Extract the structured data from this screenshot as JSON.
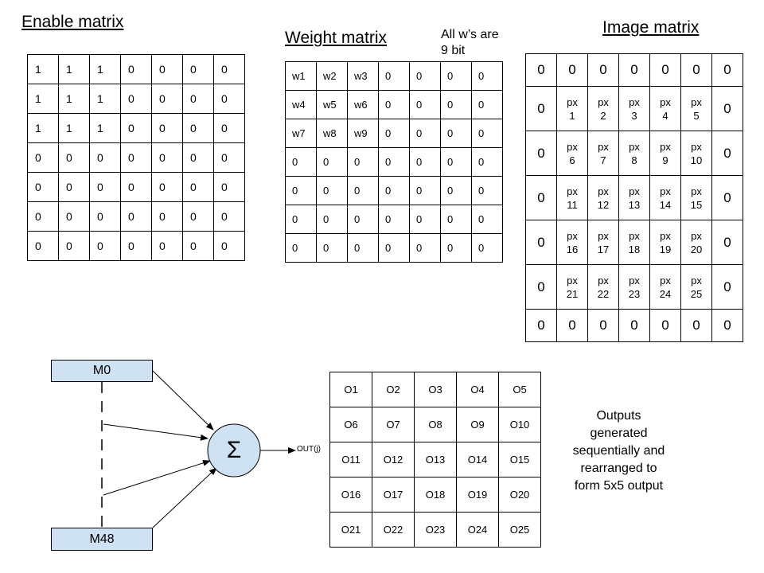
{
  "enable": {
    "title": "Enable matrix",
    "rows": [
      [
        "1",
        "1",
        "1",
        "0",
        "0",
        "0",
        "0"
      ],
      [
        "1",
        "1",
        "1",
        "0",
        "0",
        "0",
        "0"
      ],
      [
        "1",
        "1",
        "1",
        "0",
        "0",
        "0",
        "0"
      ],
      [
        "0",
        "0",
        "0",
        "0",
        "0",
        "0",
        "0"
      ],
      [
        "0",
        "0",
        "0",
        "0",
        "0",
        "0",
        "0"
      ],
      [
        "0",
        "0",
        "0",
        "0",
        "0",
        "0",
        "0"
      ],
      [
        "0",
        "0",
        "0",
        "0",
        "0",
        "0",
        "0"
      ]
    ]
  },
  "weight": {
    "title": "Weight matrix",
    "note_line1": "All w’s are",
    "note_line2": "9 bit",
    "rows": [
      [
        "w1",
        "w2",
        "w3",
        "0",
        "0",
        "0",
        "0"
      ],
      [
        "w4",
        "w5",
        "w6",
        "0",
        "0",
        "0",
        "0"
      ],
      [
        "w7",
        "w8",
        "w9",
        "0",
        "0",
        "0",
        "0"
      ],
      [
        "0",
        "0",
        "0",
        "0",
        "0",
        "0",
        "0"
      ],
      [
        "0",
        "0",
        "0",
        "0",
        "0",
        "0",
        "0"
      ],
      [
        "0",
        "0",
        "0",
        "0",
        "0",
        "0",
        "0"
      ],
      [
        "0",
        "0",
        "0",
        "0",
        "0",
        "0",
        "0"
      ]
    ]
  },
  "image": {
    "title": "Image matrix",
    "rows": [
      [
        {
          "t": "0"
        },
        {
          "t": "0"
        },
        {
          "t": "0"
        },
        {
          "t": "0"
        },
        {
          "t": "0"
        },
        {
          "t": "0"
        },
        {
          "t": "0"
        }
      ],
      [
        {
          "t": "0"
        },
        {
          "a": "px",
          "b": "1"
        },
        {
          "a": "px",
          "b": "2"
        },
        {
          "a": "px",
          "b": "3"
        },
        {
          "a": "px",
          "b": "4"
        },
        {
          "a": "px",
          "b": "5"
        },
        {
          "t": "0"
        }
      ],
      [
        {
          "t": "0"
        },
        {
          "a": "px",
          "b": "6"
        },
        {
          "a": "px",
          "b": "7"
        },
        {
          "a": "px",
          "b": "8"
        },
        {
          "a": "px",
          "b": "9"
        },
        {
          "a": "px",
          "b": "10"
        },
        {
          "t": "0"
        }
      ],
      [
        {
          "t": "0"
        },
        {
          "a": "px",
          "b": "11"
        },
        {
          "a": "px",
          "b": "12"
        },
        {
          "a": "px",
          "b": "13"
        },
        {
          "a": "px",
          "b": "14"
        },
        {
          "a": "px",
          "b": "15"
        },
        {
          "t": "0"
        }
      ],
      [
        {
          "t": "0"
        },
        {
          "a": "px",
          "b": "16"
        },
        {
          "a": "px",
          "b": "17"
        },
        {
          "a": "px",
          "b": "18"
        },
        {
          "a": "px",
          "b": "19"
        },
        {
          "a": "px",
          "b": "20"
        },
        {
          "t": "0"
        }
      ],
      [
        {
          "t": "0"
        },
        {
          "a": "px",
          "b": "21"
        },
        {
          "a": "px",
          "b": "22"
        },
        {
          "a": "px",
          "b": "23"
        },
        {
          "a": "px",
          "b": "24"
        },
        {
          "a": "px",
          "b": "25"
        },
        {
          "t": "0"
        }
      ],
      [
        {
          "t": "0"
        },
        {
          "t": "0"
        },
        {
          "t": "0"
        },
        {
          "t": "0"
        },
        {
          "t": "0"
        },
        {
          "t": "0"
        },
        {
          "t": "0"
        }
      ]
    ]
  },
  "mac": {
    "top_label": "M0",
    "bottom_label": "M48",
    "sum_symbol": "Σ",
    "out_label": "OUT(j)",
    "box_color": "#cfe2f3"
  },
  "output": {
    "rows": [
      [
        "O1",
        "O2",
        "O3",
        "O4",
        "O5"
      ],
      [
        "O6",
        "O7",
        "O8",
        "O9",
        "O10"
      ],
      [
        "O11",
        "O12",
        "O13",
        "O14",
        "O15"
      ],
      [
        "O16",
        "O17",
        "O18",
        "O19",
        "O20"
      ],
      [
        "O21",
        "O22",
        "O23",
        "O24",
        "O25"
      ]
    ],
    "note_lines": [
      "Outputs",
      "generated",
      "sequentially and",
      "rearranged to",
      "form 5x5 output"
    ]
  }
}
